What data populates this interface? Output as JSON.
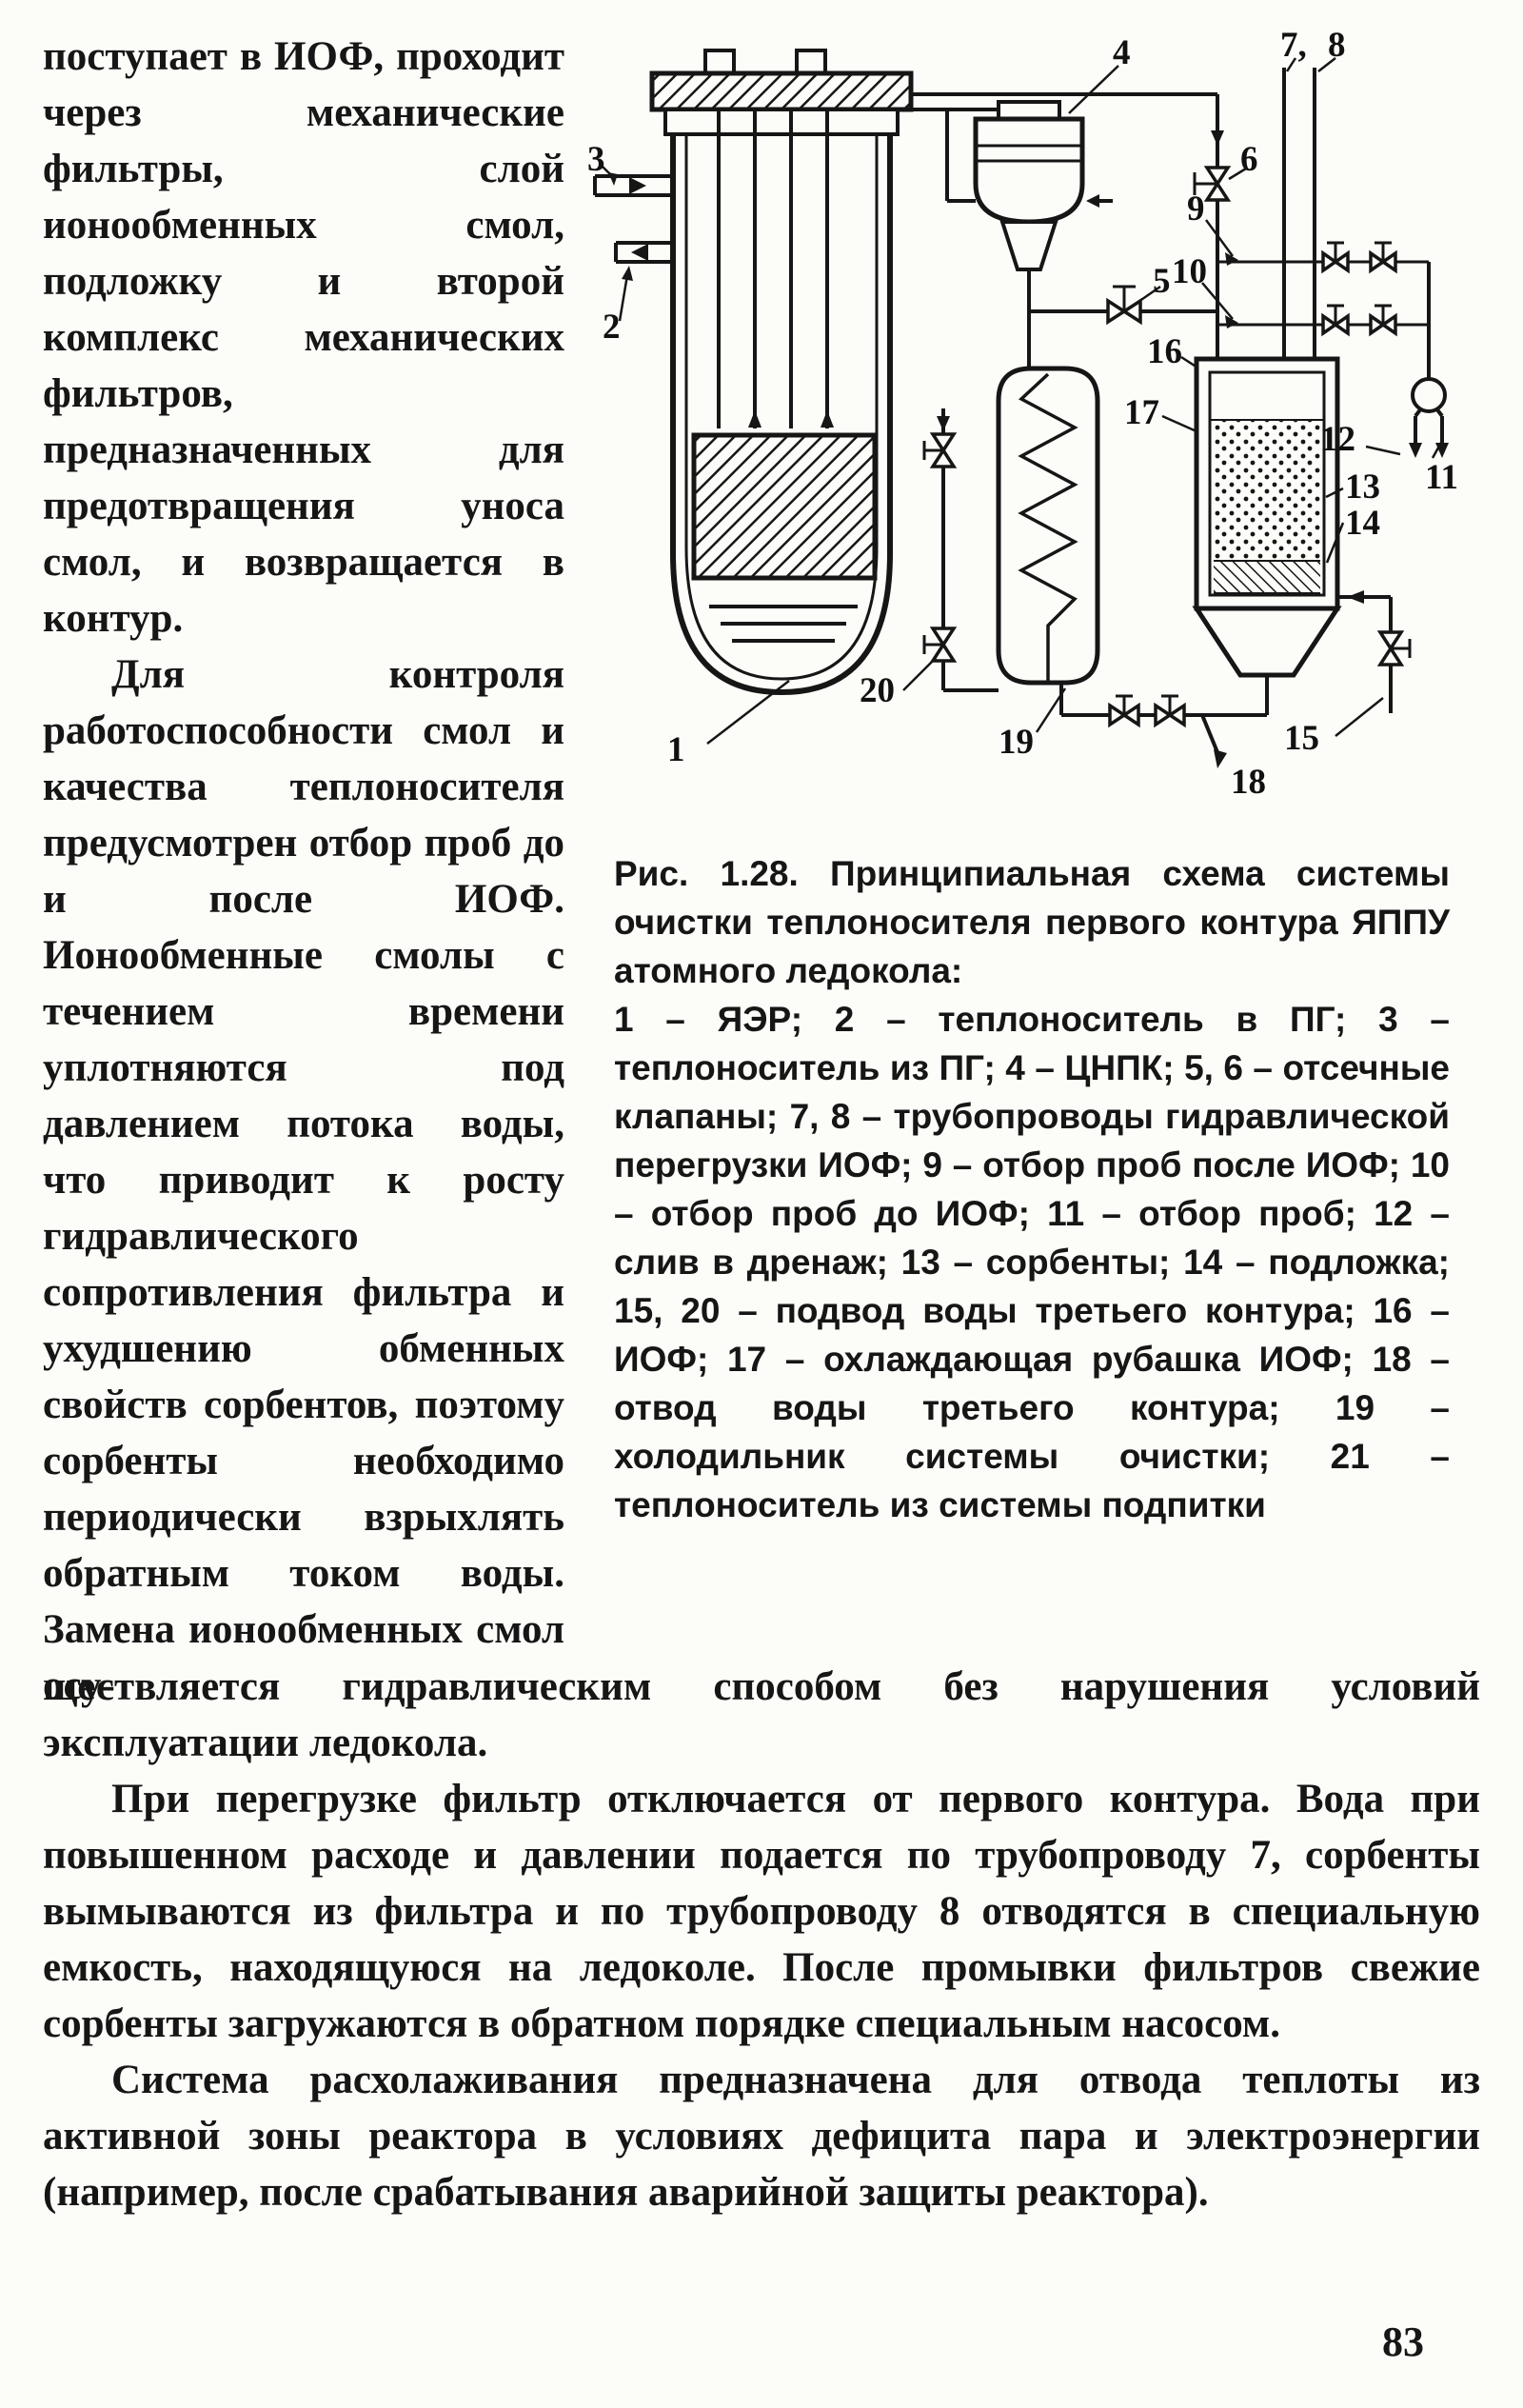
{
  "page_number": "83",
  "left_column": {
    "para1": "поступает в ИОФ, проходит через механические фильтры, слой ионообменных смол, подложку и второй комплекс механических фильтров, предназначенных для предотвращения уноса смол, и возвращается в контур.",
    "para2": "Для контроля работоспособности смол и качества теплоносителя предусмотрен отбор проб до и после ИОФ. Ионообменные смолы с течением времени уплотняются под давлением потока воды, что приводит к росту гидравлического сопротивления фильтра и ухудшению обменных свойств сорбентов, поэтому сорбенты необходимо периодически взрыхлять обратным током воды. Замена ионообменных смол осу-"
  },
  "figure": {
    "caption_title": "Рис. 1.28. Принципиальная схема системы очистки теплоносителя первого контура ЯППУ атомного ледокола:",
    "caption_legend": "1 – ЯЭР; 2 – теплоноситель в ПГ; 3 – теплоноситель из ПГ; 4 – ЦНПК; 5, 6 – отсечные клапаны; 7, 8 – трубопроводы гидравлической перегрузки ИОФ; 9 – отбор проб после ИОФ; 10 – отбор проб до ИОФ; 11 – отбор проб; 12 – слив в дренаж; 13 – сорбенты; 14 – подложка; 15, 20 – подвод воды третьего контура; 16 – ИОФ; 17 – охлаждающая рубашка ИОФ; 18 – отвод воды третьего контура; 19 – холодильник системы очистки; 21 – теплоноситель из системы подпитки",
    "labels": {
      "n1": "1",
      "n2": "2",
      "n3": "3",
      "n4": "4",
      "n5": "5",
      "n6": "6",
      "n7": "7,",
      "n8": "8",
      "n9": "9",
      "n10": "10",
      "n11": "11",
      "n12": "12",
      "n13": "13",
      "n14": "14",
      "n15": "15",
      "n16": "16",
      "n17": "17",
      "n18": "18",
      "n19": "19",
      "n20": "20"
    }
  },
  "bottom": {
    "para1": "ществляется гидравлическим способом без нарушения условий эксплуатации ледокола.",
    "para2": "При перегрузке фильтр отключается от первого контура. Вода при повышенном расходе и давлении подается по трубопроводу 7, сорбенты вымываются из фильтра и по трубопроводу 8 отводятся в специальную емкость, находящуюся на ледоколе. После промывки фильтров свежие сорбенты загружаются в обратном порядке специальным насосом.",
    "para3": "Система расхолаживания предназначена для отвода теплоты из активной зоны реактора в условиях дефицита пара и электроэнергии (например, после срабатывания аварийной защиты реактора)."
  }
}
